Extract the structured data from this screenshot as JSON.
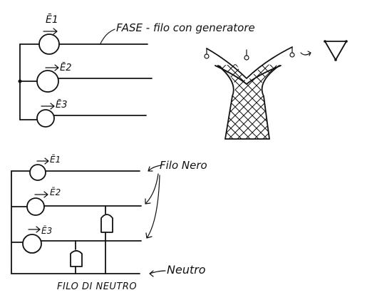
{
  "top": {
    "phase_label": "FASE - filo con generatore",
    "emf_labels": [
      "Ē1",
      "Ē2",
      "Ē3"
    ]
  },
  "bottom": {
    "emf_labels": [
      "Ē1",
      "Ē2",
      "Ē3"
    ],
    "black_wire_label": "Filo Nero",
    "neutral_label": "Neutro",
    "neutral_wire_caption": "FILO DI NEUTRO"
  },
  "colors": {
    "ink": "#111111",
    "background": "#ffffff"
  }
}
